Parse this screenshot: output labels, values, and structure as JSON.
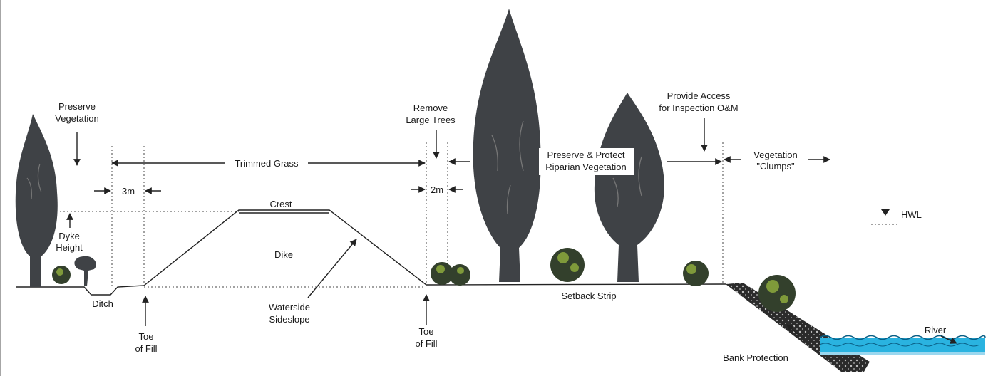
{
  "labels": {
    "preserve_vegetation_1": "Preserve",
    "preserve_vegetation_2": "Vegetation",
    "trimmed_grass": "Trimmed Grass",
    "remove_large_trees_1": "Remove",
    "remove_large_trees_2": "Large Trees",
    "dim_3m": "3m",
    "dim_2m": "2m",
    "crest": "Crest",
    "dike": "Dike",
    "dyke_height_1": "Dyke",
    "dyke_height_2": "Height",
    "ditch": "Ditch",
    "toe_left_1": "Toe",
    "toe_left_2": "of Fill",
    "toe_right_1": "Toe",
    "toe_right_2": "of Fill",
    "waterside_1": "Waterside",
    "waterside_2": "Sideslope",
    "riparian_1": "Preserve & Protect",
    "riparian_2": "Riparian Vegetation",
    "access_1": "Provide Access",
    "access_2": "for Inspection O&M",
    "clumps_1": "Vegetation",
    "clumps_2": "\"Clumps\"",
    "hwl": "HWL",
    "setback_strip": "Setback Strip",
    "bank_protection": "Bank Protection",
    "river": "River"
  },
  "colors": {
    "tree": "#3f4246",
    "shrub_dark": "#33402c",
    "shrub_light": "#7f9a3a",
    "water": "#2ab3e0",
    "ground": "#222222"
  }
}
